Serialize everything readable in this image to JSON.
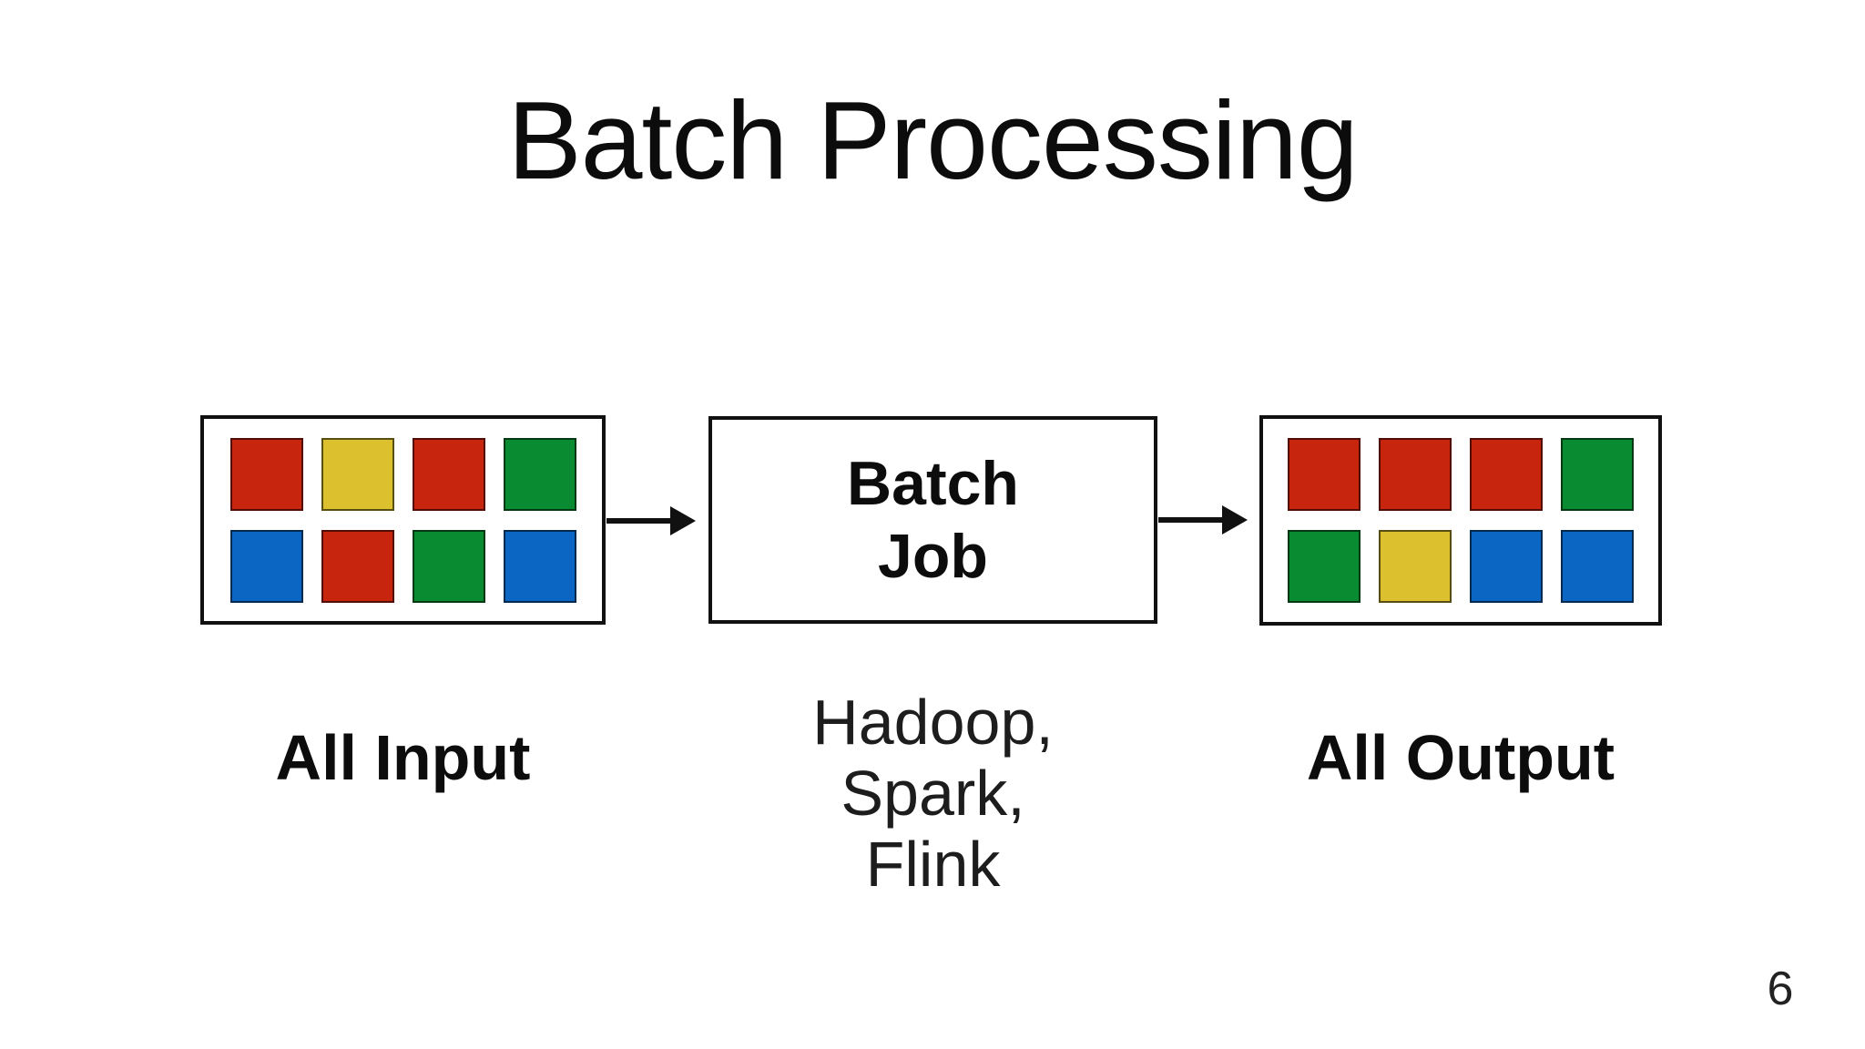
{
  "slide": {
    "title": "Batch Processing",
    "page_number": "6"
  },
  "diagram": {
    "palette": {
      "red": "#c8250f",
      "yellow": "#dcc02d",
      "green": "#098c31",
      "blue": "#0b66c3"
    },
    "input": {
      "label": "All Input",
      "cells": [
        [
          "red",
          "yellow",
          "red",
          "green"
        ],
        [
          "blue",
          "red",
          "green",
          "blue"
        ]
      ]
    },
    "process": {
      "box_label": [
        "Batch",
        "Job"
      ],
      "caption": [
        "Hadoop,",
        "Spark,",
        "Flink"
      ]
    },
    "output": {
      "label": "All Output",
      "cells": [
        [
          "red",
          "red",
          "red",
          "green"
        ],
        [
          "green",
          "yellow",
          "blue",
          "blue"
        ]
      ]
    }
  }
}
